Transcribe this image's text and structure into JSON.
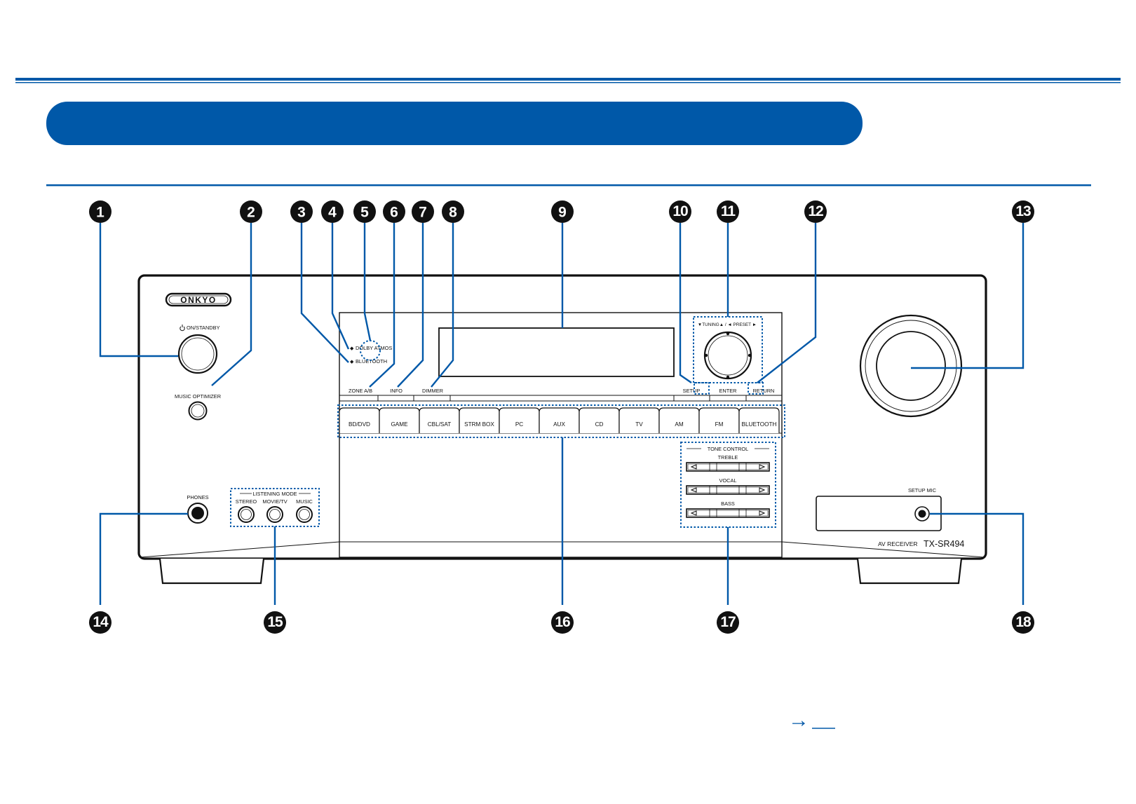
{
  "brand": {
    "logo": "ONKYO",
    "model_caption": "AV RECEIVER",
    "model": "TX-SR494"
  },
  "colors": {
    "accent": "#0058a8",
    "panel_stroke": "#111111"
  },
  "labels": {
    "on_standby": "ON/STANDBY",
    "music_optimizer": "MUSIC OPTIMIZER",
    "dolby_atmos": "DOLBY ATMOS",
    "bluetooth_indicator": "BLUETOOTH",
    "zone_ab": "ZONE A/B",
    "info": "INFO",
    "dimmer": "DIMMER",
    "setup": "SETUP",
    "tuning_preset": "▼TUNING▲ / ◄ PRESET ►",
    "enter": "ENTER",
    "return": "RETURN",
    "phones": "PHONES",
    "listening_mode": "LISTENING MODE",
    "stereo": "STEREO",
    "movie_tv": "MOVIE/TV",
    "music": "MUSIC",
    "tone_control": "TONE CONTROL",
    "treble": "TREBLE",
    "vocal": "VOCAL",
    "bass": "BASS",
    "setup_mic": "SETUP MIC"
  },
  "input_selectors": [
    "BD/DVD",
    "GAME",
    "CBL/SAT",
    "STRM BOX",
    "PC",
    "AUX",
    "CD",
    "TV",
    "AM",
    "FM",
    "BLUETOOTH"
  ],
  "callout_numbers": [
    "1",
    "2",
    "3",
    "4",
    "5",
    "6",
    "7",
    "8",
    "9",
    "10",
    "11",
    "12",
    "13",
    "14",
    "15",
    "16",
    "17",
    "18"
  ],
  "footer": {
    "arrow": "→"
  }
}
